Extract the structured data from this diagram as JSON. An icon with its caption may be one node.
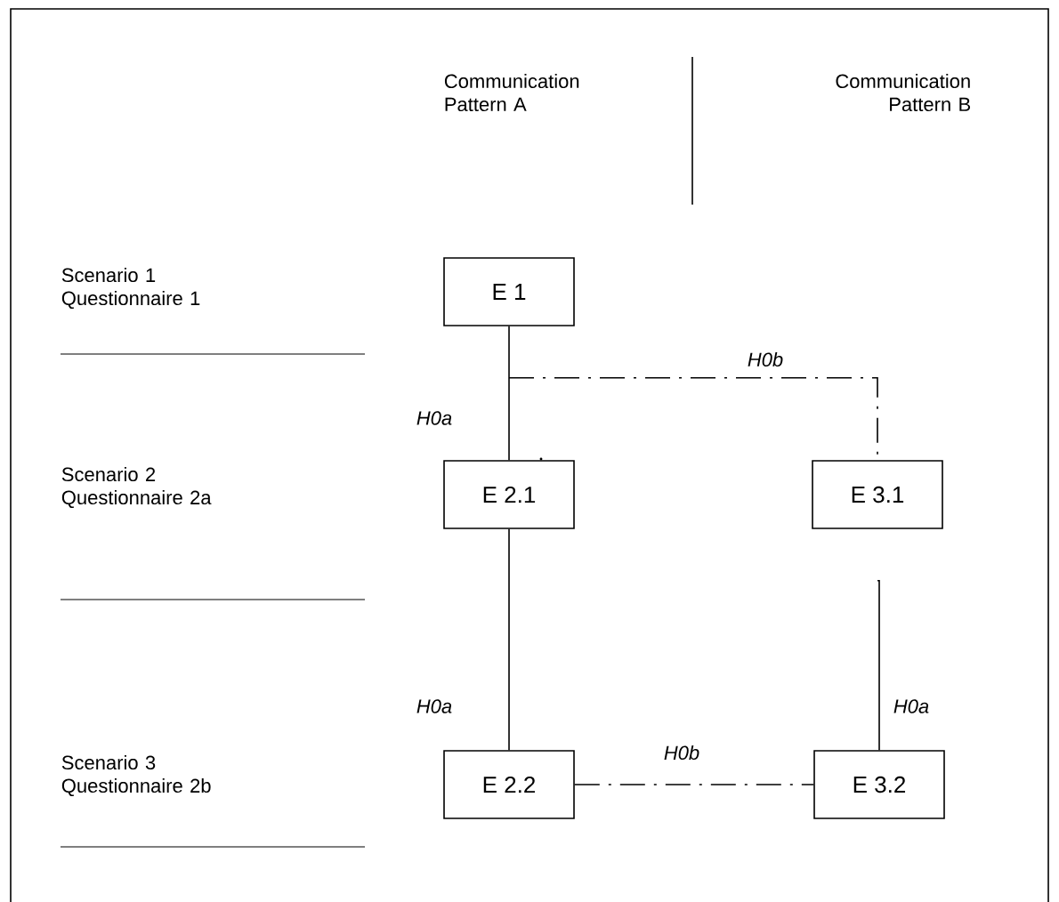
{
  "diagram": {
    "nodes": [
      {
        "text": [
          "E 1"
        ]
      },
      {
        "text": [
          "E 2.1"
        ]
      },
      {
        "text": [
          "E 3.1"
        ]
      },
      {
        "text": [
          "E 2.2"
        ]
      },
      {
        "text": [
          "E 3.2"
        ]
      }
    ],
    "edges": [
      {
        "from": 0,
        "to": 1,
        "arrow": "none",
        "label": "H0a"
      },
      {
        "from": 0,
        "to": 2,
        "arrow": "none",
        "label": "H0b",
        "style": "dashed"
      },
      {
        "from": 1,
        "to": 3,
        "arrow": "none",
        "label": "H0a"
      },
      {
        "from": 2,
        "to": 4,
        "arrow": "none",
        "label": "H0a"
      },
      {
        "from": 3,
        "to": 4,
        "arrow": "none",
        "label": "H0b",
        "style": "dashed"
      }
    ],
    "labels": [
      "Communication Pattern A",
      "Communication Pattern B",
      "Scenario 1 Questionnaire 1",
      "Scenario 2 Questionnaire 2a",
      "Scenario 3 Questionnaire 2b"
    ]
  }
}
